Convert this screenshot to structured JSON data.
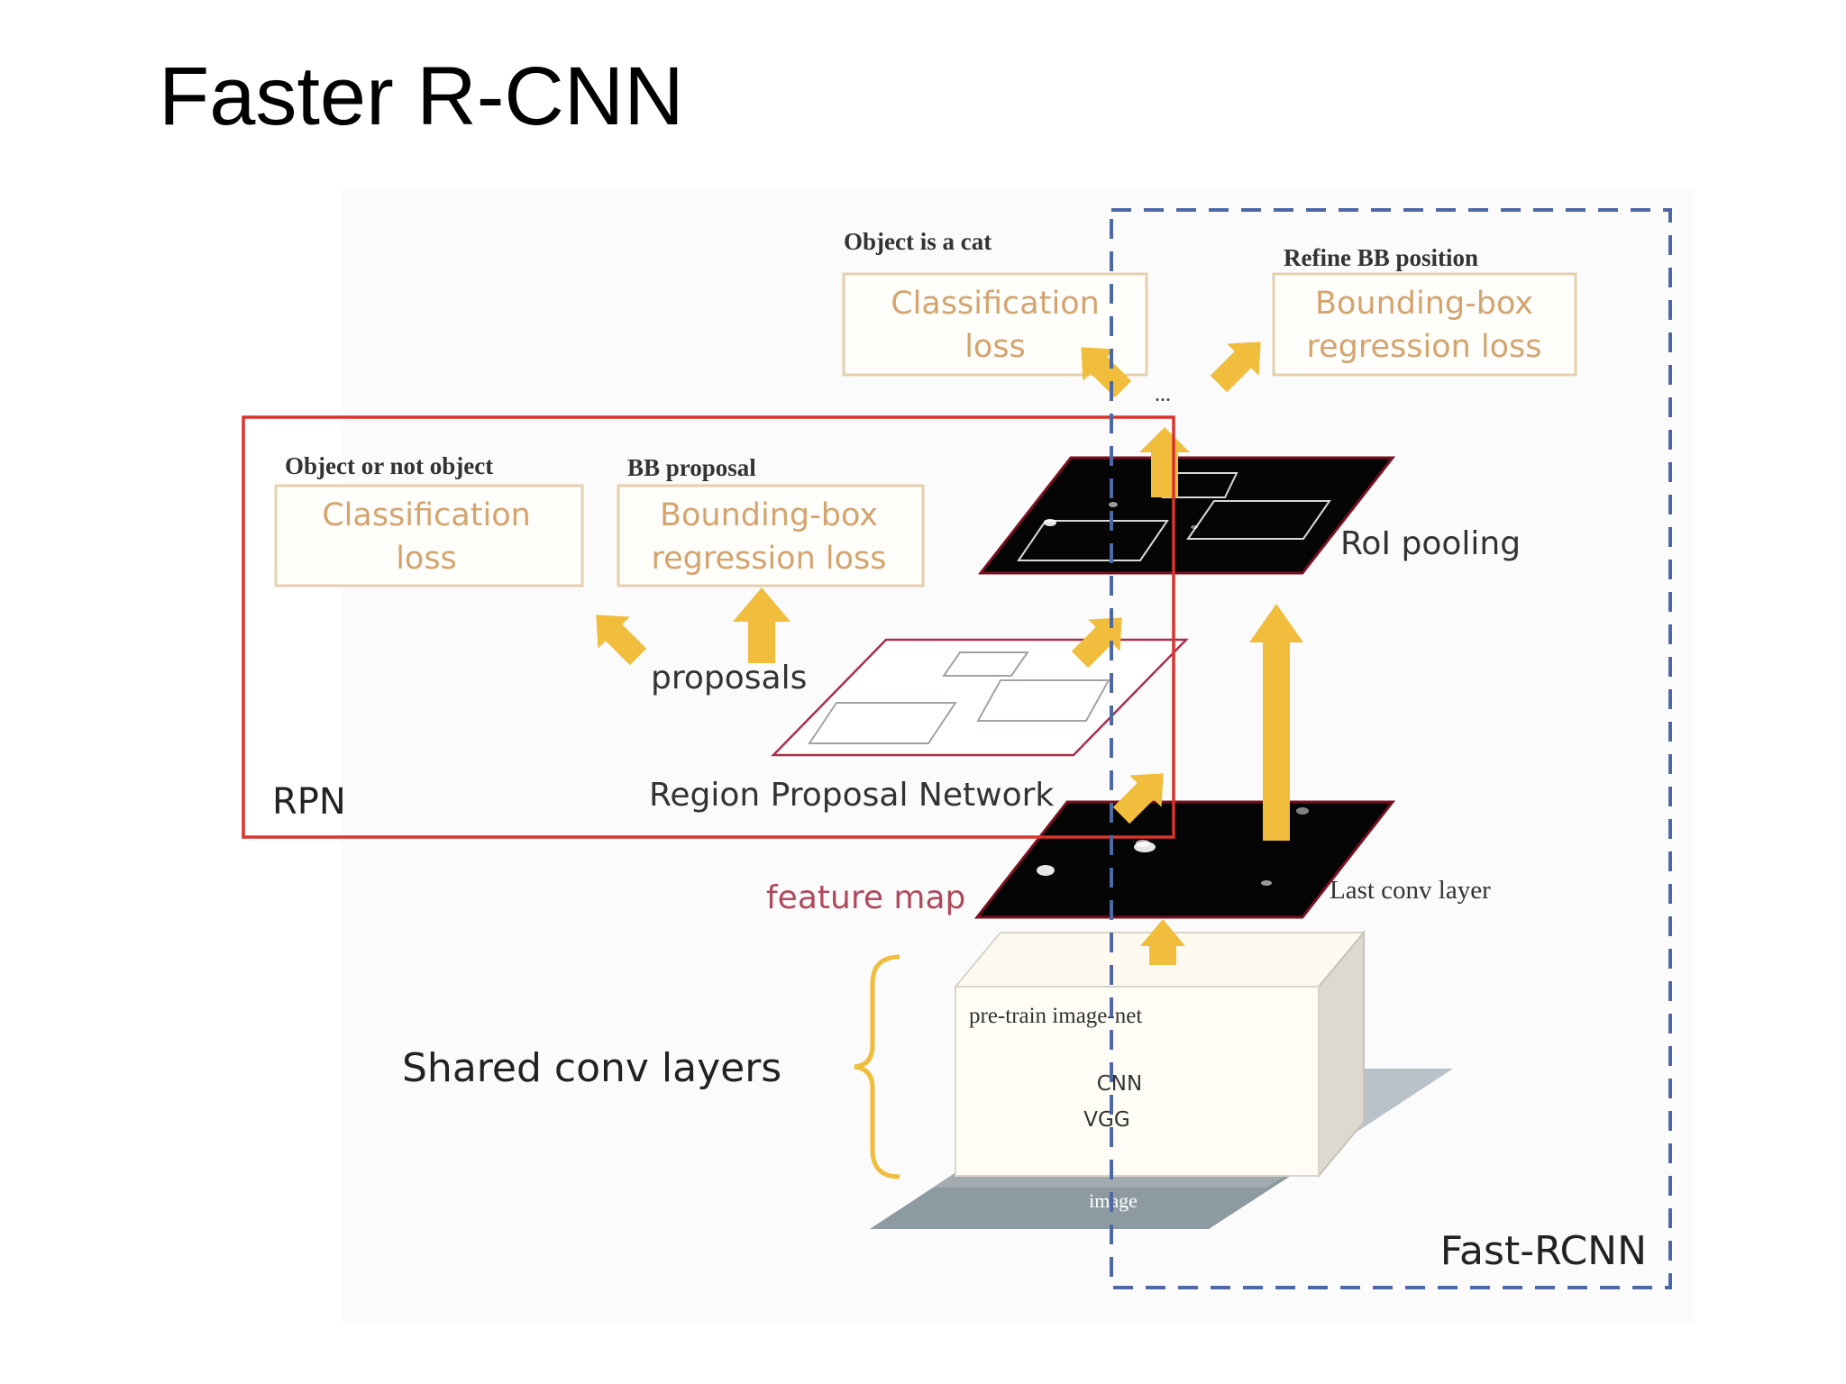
{
  "title": "Faster R-CNN",
  "colors": {
    "arrow": "#f0bd3c",
    "rpn_border": "#d9342b",
    "fast_rcnn_border": "#4e68a6",
    "loss_text": "#d4a46e",
    "loss_border": "#e6cfae",
    "feature_map_label": "#b04a5e"
  },
  "diagram": {
    "fast_rcnn": {
      "label": "Fast-RCNN",
      "cls_caption": "Object is a cat",
      "cls_loss": [
        "Classification",
        "loss"
      ],
      "reg_caption": "Refine BB position",
      "reg_loss": [
        "Bounding-box",
        "regression loss"
      ],
      "ellipsis": "...",
      "roi_label": "RoI pooling"
    },
    "rpn": {
      "label": "RPN",
      "cls_caption": "Object or not object",
      "cls_loss": [
        "Classification",
        "loss"
      ],
      "reg_caption": "BB proposal",
      "reg_loss": [
        "Bounding-box",
        "regression loss"
      ],
      "proposals_label": "proposals",
      "network_label": "Region Proposal Network"
    },
    "feature_map_label": "feature map",
    "last_conv_label": "Last conv layer",
    "shared_label": "Shared conv layers",
    "cnn_box": [
      "pre-train image-net",
      "CNN",
      "VGG"
    ],
    "image_label": "image"
  }
}
